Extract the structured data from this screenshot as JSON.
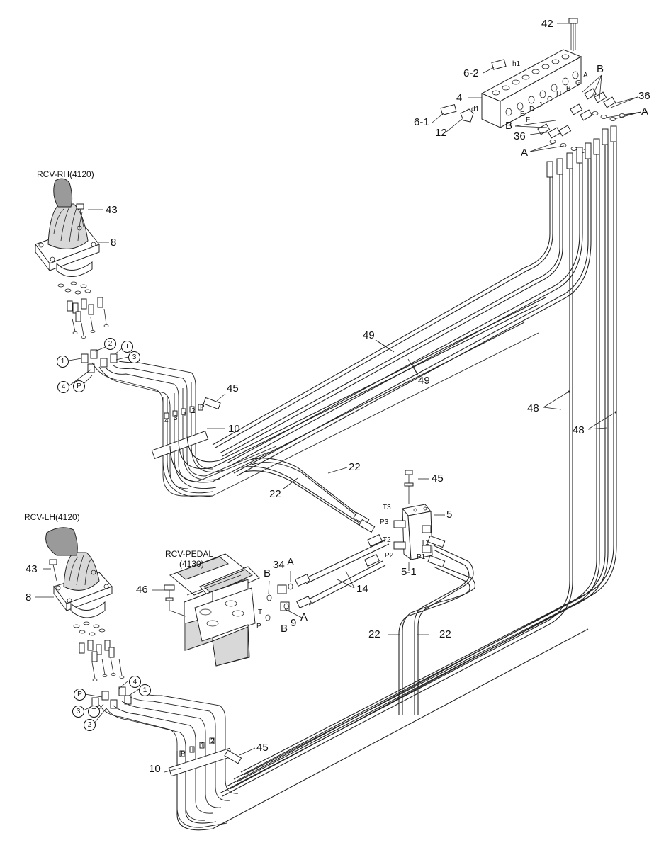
{
  "titles": {
    "rcv_rh": "RCV-RH(4120)",
    "rcv_lh": "RCV-LH(4120)",
    "rcv_pedal": "RCV-PEDAL",
    "rcv_pedal_code": "(4130)"
  },
  "callouts": {
    "n42": "42",
    "n6_2": "6-2",
    "n4": "4",
    "n6_1": "6-1",
    "n12": "12",
    "nB_top": "B",
    "n36_a": "36",
    "nA_right": "A",
    "nB_mid": "B",
    "n36_b": "36",
    "nA_left": "A",
    "n43_rh": "43",
    "n8_rh": "8",
    "n45_rh": "45",
    "n10_rh": "10",
    "n49_a": "49",
    "n49_b": "49",
    "n48_a": "48",
    "n48_b": "48",
    "n22_a": "22",
    "n22_b": "22",
    "n45_mid": "45",
    "n5": "5",
    "n5_1": "5-1",
    "n43_lh": "43",
    "n8_lh": "8",
    "n46": "46",
    "nB_ped": "B",
    "n34": "34",
    "nA_ped": "A",
    "n14": "14",
    "n9": "9",
    "nB_ped2": "B",
    "n22_c": "22",
    "n22_d": "22",
    "n45_lh": "45",
    "n10_lh": "10"
  },
  "ports": {
    "h1": "h1",
    "d1": "d1",
    "pA": "A",
    "pB": "B",
    "pC": "C",
    "pD": "D",
    "pE": "E",
    "pF": "F",
    "pG": "G",
    "pH": "H",
    "pJ": "J",
    "T3": "T3",
    "P3": "P3",
    "T2": "T2",
    "P2": "P2",
    "T1": "T1",
    "P1": "P1",
    "ped_T": "T",
    "ped_P": "P"
  },
  "circled": {
    "rh_1": "1",
    "rh_2": "2",
    "rh_T": "T",
    "rh_3": "3",
    "rh_4": "4",
    "rh_P": "P",
    "lh_P": "P",
    "lh_4": "4",
    "lh_1": "1",
    "lh_3": "3",
    "lh_T": "T",
    "lh_2": "2"
  },
  "hose_tags": {
    "rh": [
      "4",
      "3",
      "1",
      "2",
      "P"
    ],
    "lh": [
      "P",
      "T",
      "1",
      "2"
    ]
  }
}
